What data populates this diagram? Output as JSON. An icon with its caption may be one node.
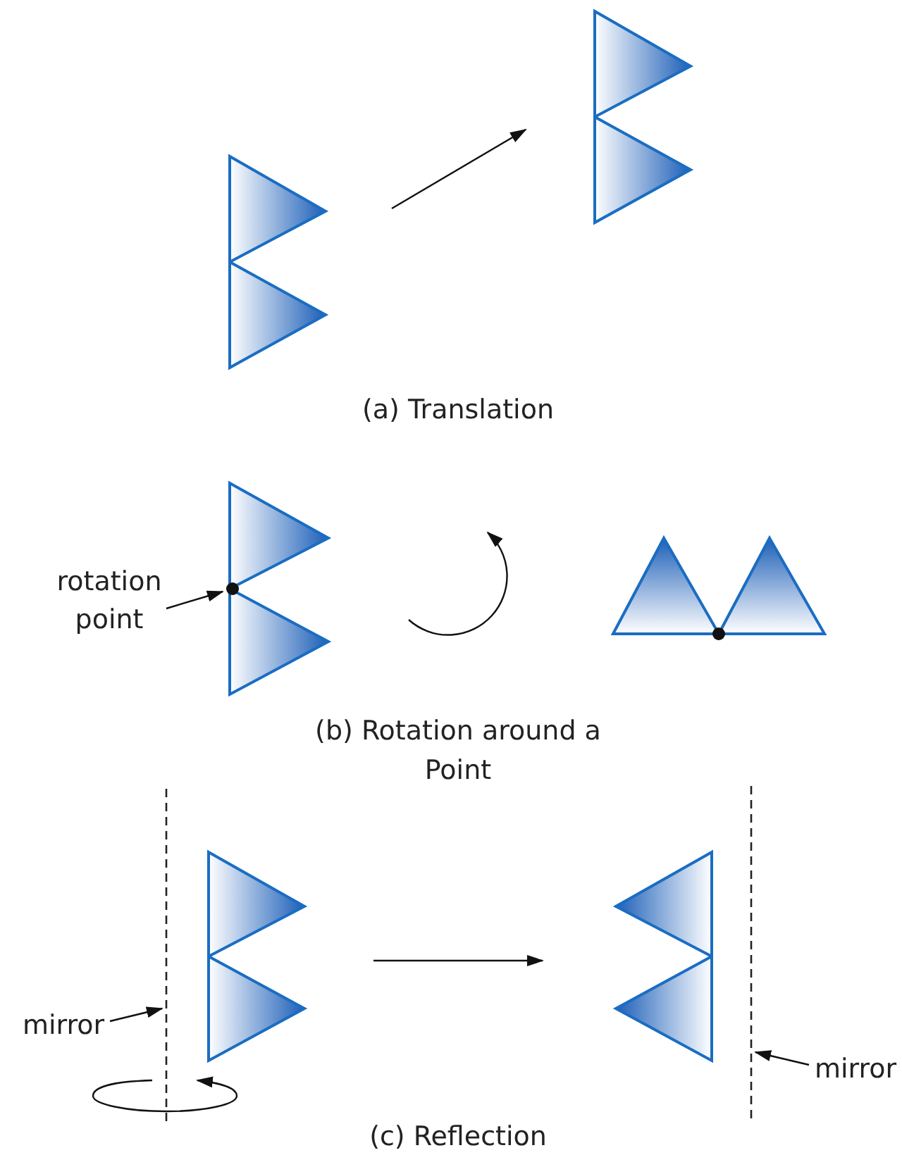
{
  "diagram": {
    "nodes": [
      {
        "text": [],
        "shape": "picture"
      },
      {
        "text": [],
        "shape": "picture"
      },
      {
        "text": [],
        "shape": "picture"
      },
      {
        "text": [],
        "shape": "picture"
      },
      {
        "text": [
          "rotation point"
        ]
      },
      {
        "text": [],
        "shape": "circle"
      },
      {
        "text": [],
        "shape": "picture"
      },
      {
        "text": [],
        "shape": "picture"
      },
      {
        "text": [
          "mirror"
        ]
      },
      {
        "text": [],
        "shape": "line"
      },
      {
        "text": [
          "mirror"
        ]
      },
      {
        "text": [],
        "shape": "line"
      }
    ],
    "edges": [
      {
        "from": 0,
        "to": 1,
        "arrow": "to"
      },
      {
        "from": 4,
        "to": 5,
        "arrow": "to"
      },
      {
        "from": 6,
        "to": 7,
        "arrow": "to"
      },
      {
        "from": 8,
        "to": 9,
        "arrow": "to"
      },
      {
        "from": 10,
        "to": 11,
        "arrow": "to"
      }
    ],
    "labels": [
      "(a) Translation",
      "(b) Rotation around a Point",
      "(c) Reflection"
    ]
  }
}
